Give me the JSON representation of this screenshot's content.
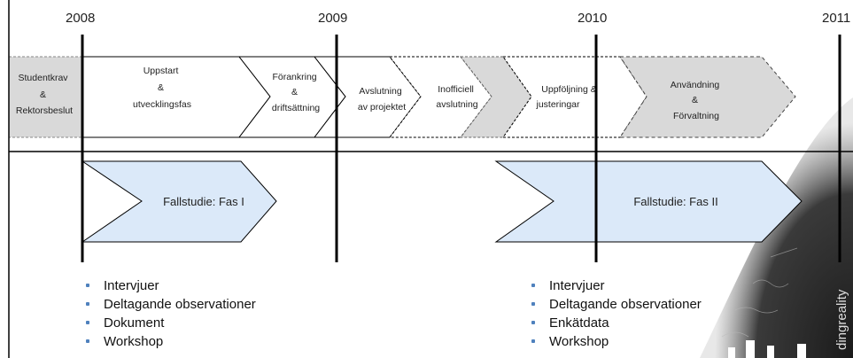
{
  "timeline": {
    "years": [
      "2008",
      "2009",
      "2010",
      "2011"
    ],
    "phases": [
      {
        "lines": [
          "Studentkrav",
          "&",
          "Rektorsbeslut"
        ],
        "style": "gray-dashed"
      },
      {
        "lines": [
          "Uppstart",
          "&",
          "utvecklingsfas"
        ],
        "style": "white-solid"
      },
      {
        "lines": [
          "Förankring",
          "&",
          "driftsättning"
        ],
        "style": "white-solid"
      },
      {
        "lines": [
          "Avslutning",
          "av projektet"
        ],
        "style": "white-solid"
      },
      {
        "lines": [
          "Inofficiell",
          "avslutning"
        ],
        "style": "white-dashed"
      },
      {
        "lines": [],
        "style": "gray-dashed"
      },
      {
        "lines": [
          "Uppföljning &",
          "justeringar"
        ],
        "style": "white-dashed"
      },
      {
        "lines": [
          "Användning",
          "&",
          "Förvaltning"
        ],
        "style": "gray-dashed"
      }
    ],
    "case_studies": [
      {
        "label": "Fallstudie: Fas I"
      },
      {
        "label": "Fallstudie: Fas II"
      }
    ]
  },
  "methods": {
    "phase1": [
      "Intervjuer",
      "Deltagande observationer",
      "Dokument",
      "Workshop"
    ],
    "phase2": [
      "Intervjuer",
      "Deltagande observationer",
      "Enkätdata",
      "Workshop"
    ]
  },
  "background_text": "dingreality",
  "colors": {
    "gray_fill": "#d9d9d9",
    "case_fill": "#dbe9f9",
    "bullet": "#4f81bd",
    "line": "#000000"
  }
}
